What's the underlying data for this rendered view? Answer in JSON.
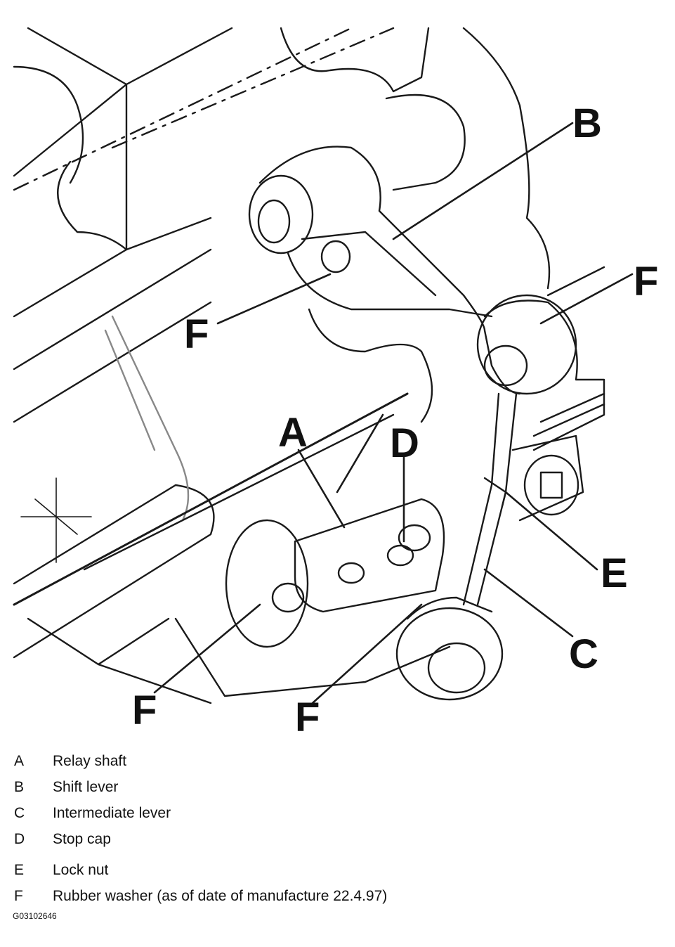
{
  "callouts": {
    "a": "A",
    "b": "B",
    "c": "C",
    "d": "D",
    "e": "E",
    "f": "F"
  },
  "legend": [
    {
      "key": "A",
      "text": "Relay shaft"
    },
    {
      "key": "B",
      "text": "Shift lever"
    },
    {
      "key": "C",
      "text": "Intermediate lever"
    },
    {
      "key": "D",
      "text": "Stop cap"
    },
    {
      "key": "E",
      "text": "Lock nut"
    },
    {
      "key": "F",
      "text": "Rubber washer (as of date of manufacture 22.4.97)"
    }
  ],
  "figure_code": "G03102646",
  "colors": {
    "line": "#1a1a1a",
    "background": "#ffffff"
  }
}
